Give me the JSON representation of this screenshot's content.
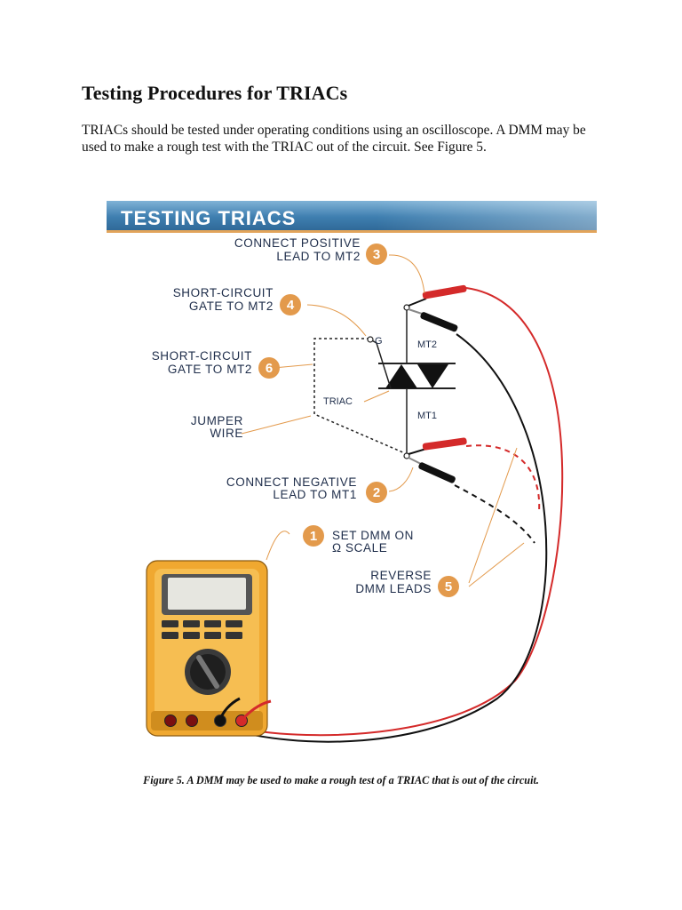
{
  "document": {
    "heading": "Testing Procedures for TRIACs",
    "intro": "TRIACs should be tested under operating conditions using an oscilloscope. A DMM may be used to make a rough test with the TRIAC out of the circuit. See Figure 5.",
    "caption": "Figure 5. A DMM may be used to make a rough test of a TRIAC that is out of the circuit."
  },
  "figure": {
    "banner": "TESTING TRIACS",
    "steps": [
      {
        "number": "3",
        "line1": "CONNECT POSITIVE",
        "line2": "LEAD TO MT2"
      },
      {
        "number": "4",
        "line1": "SHORT-CIRCUIT",
        "line2": "GATE TO MT2"
      },
      {
        "number": "6",
        "line1": "SHORT-CIRCUIT",
        "line2": "GATE TO MT2"
      },
      {
        "number": "2",
        "line1": "CONNECT NEGATIVE",
        "line2": "LEAD TO MT1"
      },
      {
        "number": "1",
        "line1": "SET DMM ON",
        "line2": "Ω SCALE"
      },
      {
        "number": "5",
        "line1": "REVERSE",
        "line2": "DMM LEADS"
      }
    ],
    "jumper_label": {
      "line1": "JUMPER",
      "line2": "WIRE"
    },
    "component": {
      "gate": "G",
      "mt2": "MT2",
      "mt1": "MT1",
      "name": "TRIAC"
    },
    "colors": {
      "badge": "#e39a4c",
      "banner": "#3f7fb0",
      "meter_body": "#f0a830",
      "probe_positive": "#d42a2a",
      "probe_negative": "#111111"
    }
  }
}
